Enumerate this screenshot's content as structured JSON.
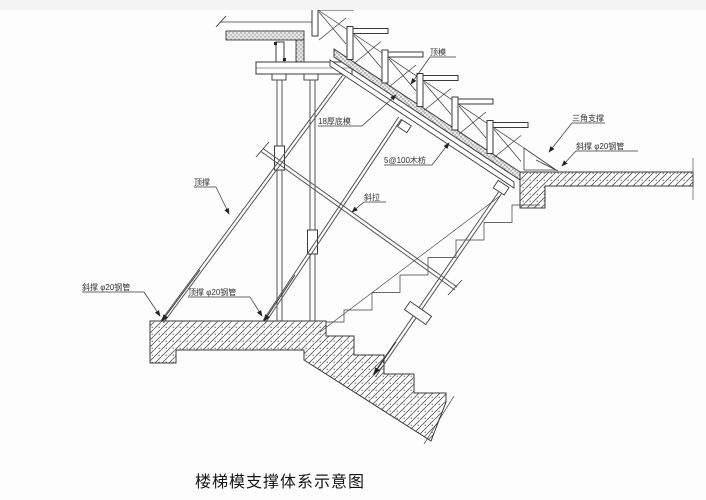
{
  "drawing": {
    "title": "楼梯模支撑体系示意图",
    "labels": {
      "top_form": "顶模",
      "bottom_form": "18厚底模",
      "battens": "5@100木枋",
      "triangle_support": "三角支撑",
      "brace_right": "斜撑 φ20钢管",
      "top_prop": "顶撑",
      "diagonal_tie": "斜拉",
      "brace_left": "斜撑 φ20钢管",
      "prop_mid": "顶撑 φ20钢管"
    },
    "colors": {
      "line": "#3a3a3a",
      "hatch": "#555555",
      "text": "#333333"
    }
  }
}
